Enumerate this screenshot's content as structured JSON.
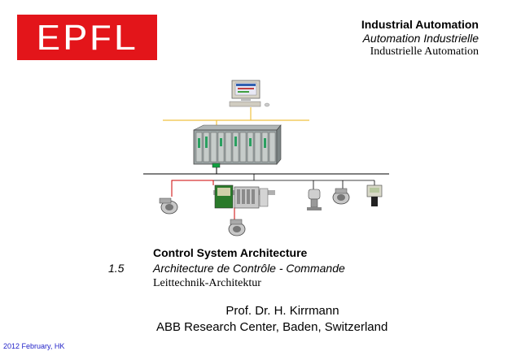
{
  "logo": {
    "text": "EPFL",
    "color": "#e3151a"
  },
  "header": {
    "title_en": "Industrial Automation",
    "title_fr": "Automation Industrielle",
    "title_de": "Industrielle Automation"
  },
  "section": {
    "number": "1.5",
    "title_en": "Control System Architecture",
    "title_fr": "Architecture de Contrôle - Commande",
    "title_de": "Leittechnik-Architektur"
  },
  "author": {
    "name": "Prof. Dr. H. Kirrmann",
    "institution": "ABB Research Center, Baden, Switzerland"
  },
  "footer": {
    "date": "2012 February, HK",
    "date_color": "#2323c8"
  },
  "diagram": {
    "bus_color": "#f0c040",
    "field_bus_color": "#000000",
    "io_link_color": "#cc0000",
    "icons": [
      "workstation-icon",
      "plc-rack-icon",
      "valve-actuator-icon",
      "remote-io-icon",
      "pressure-transmitter-icon",
      "flow-sensor-icon",
      "transmitter-display-icon"
    ]
  }
}
